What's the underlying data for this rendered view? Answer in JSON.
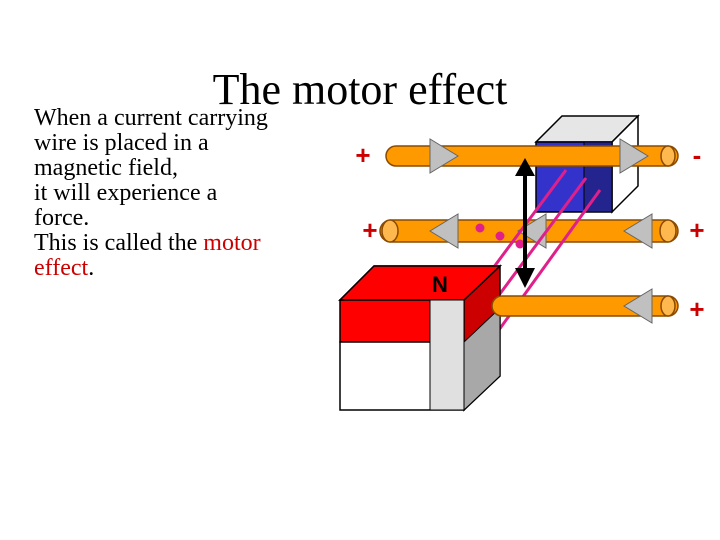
{
  "title": "The motor effect",
  "text": {
    "line1": "When a current carrying",
    "line2": "wire is placed in a",
    "line3": "magnetic field,",
    "line4": "it will experience a",
    "line5": "force.",
    "line6_prefix": "This is called the ",
    "highlight1": "motor",
    "highlight2": "effect",
    "line7_suffix": "."
  },
  "diagram": {
    "pole_north": "N",
    "wire1_left_sign": "+",
    "wire1_right_sign": "-",
    "wire2_left_sign": "+",
    "wire2_right_sign": "+",
    "wire3_right_sign": "+",
    "colors": {
      "wire": "#ff9900",
      "wire_edge": "#8a4a00",
      "arrow_grey": "#c0c0c0",
      "north_red": "#ff0000",
      "south_blue": "#3333cc",
      "field_lines": "#e0208a",
      "sign_red": "#cc0000"
    }
  }
}
